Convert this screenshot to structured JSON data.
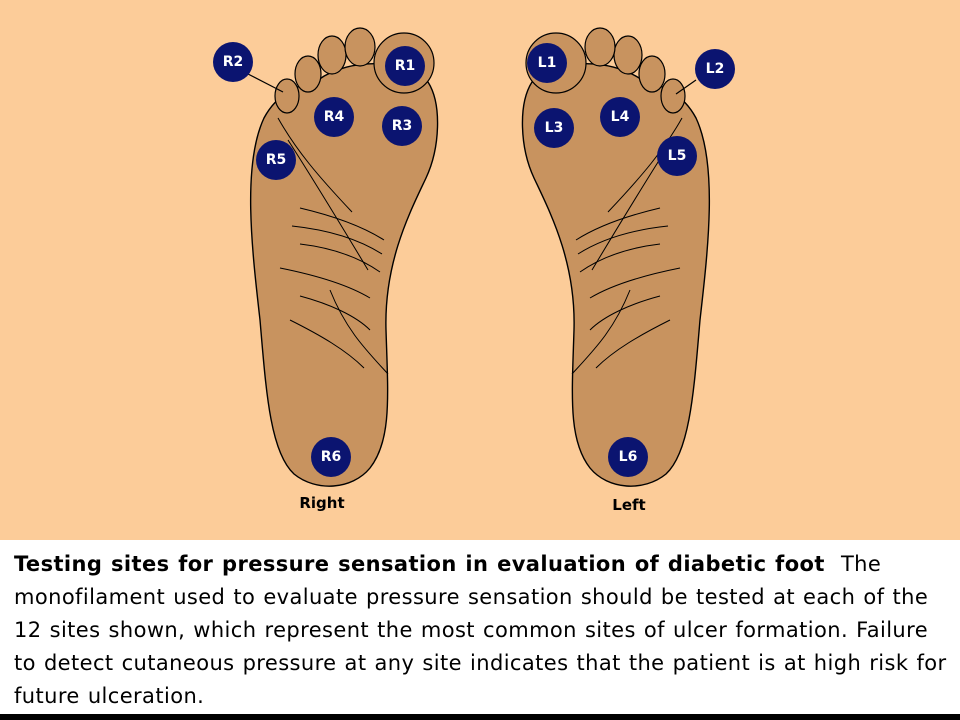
{
  "diagram": {
    "feet": [
      {
        "side": "right",
        "label": "Right"
      },
      {
        "side": "left",
        "label": "Left"
      }
    ],
    "sites": [
      "R1",
      "R2",
      "R3",
      "R4",
      "R5",
      "R6",
      "L1",
      "L2",
      "L3",
      "L4",
      "L5",
      "L6"
    ]
  },
  "caption": {
    "title": "Testing sites for pressure sensation in evaluation of diabetic foot",
    "body": "The monofilament used to evaluate pressure sensation should be tested at each of the 12 sites shown, which represent the most common sites of ulcer formation. Failure to detect cutaneous pressure at any site indicates that the patient is at high risk for future ulceration."
  },
  "colors": {
    "background": "#fccc99",
    "skin": "#c8935f",
    "marker": "#0b1470",
    "marker_text": "#ffffff"
  }
}
